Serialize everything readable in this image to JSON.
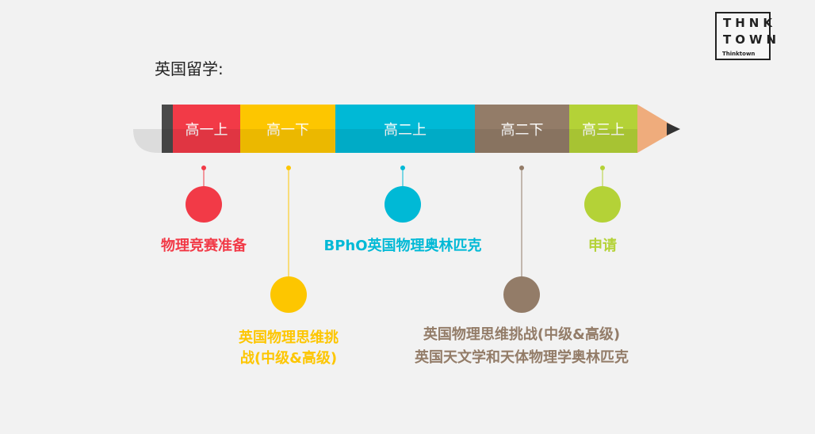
{
  "logo": {
    "line1": "THNK",
    "line2": "TOWN",
    "sub": "Thinktown"
  },
  "title": "英国留学:",
  "colors": {
    "red": "#f23a47",
    "yellow": "#fdc600",
    "blue": "#00b9d6",
    "brown": "#937c68",
    "green": "#b4d237",
    "tip": "#efac7c",
    "lead": "#333333",
    "eraser": "#4a4a4a"
  },
  "stages": [
    {
      "label": "高一上",
      "color": "#f23a47"
    },
    {
      "label": "高一下",
      "color": "#fdc600"
    },
    {
      "label": "高二上",
      "color": "#00b9d6"
    },
    {
      "label": "高二下",
      "color": "#937c68"
    },
    {
      "label": "高三上",
      "color": "#b4d237"
    }
  ],
  "events": [
    {
      "text": [
        "物理竞赛准备"
      ],
      "color": "#f23a47"
    },
    {
      "text": [
        "英国物理思维挑",
        "战(中级&高级)"
      ],
      "color": "#fdc600"
    },
    {
      "text": [
        "BPhO英国物理奥林匹克"
      ],
      "color": "#00b9d6"
    },
    {
      "text": [
        "英国物理思维挑战(中级&高级)",
        "英国天文学和天体物理学奥林匹克"
      ],
      "color": "#937c68"
    },
    {
      "text": [
        "申请"
      ],
      "color": "#b4d237"
    }
  ]
}
